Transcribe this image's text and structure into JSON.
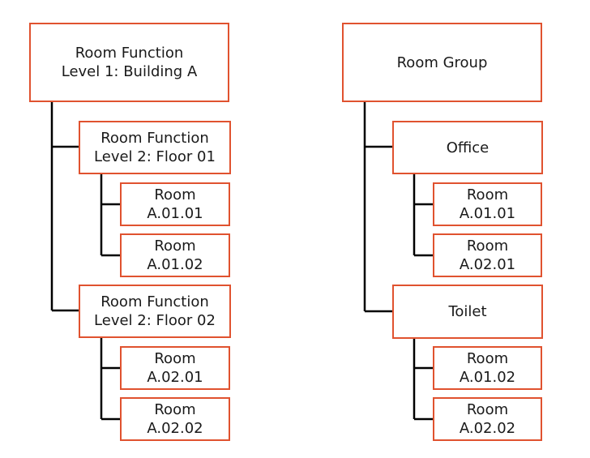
{
  "left_tree": {
    "root": {
      "line1": "Room Function",
      "line2": "Level 1: Building A"
    },
    "floors": [
      {
        "line1": "Room Function",
        "line2": "Level 2: Floor 01",
        "rooms": [
          {
            "line1": "Room",
            "line2": "A.01.01"
          },
          {
            "line1": "Room",
            "line2": "A.01.02"
          }
        ]
      },
      {
        "line1": "Room Function",
        "line2": "Level 2: Floor 02",
        "rooms": [
          {
            "line1": "Room",
            "line2": "A.02.01"
          },
          {
            "line1": "Room",
            "line2": "A.02.02"
          }
        ]
      }
    ]
  },
  "right_tree": {
    "root": {
      "label": "Room Group"
    },
    "groups": [
      {
        "label": "Office",
        "rooms": [
          {
            "line1": "Room",
            "line2": "A.01.01"
          },
          {
            "line1": "Room",
            "line2": "A.02.01"
          }
        ]
      },
      {
        "label": "Toilet",
        "rooms": [
          {
            "line1": "Room",
            "line2": "A.01.02"
          },
          {
            "line1": "Room",
            "line2": "A.02.02"
          }
        ]
      }
    ]
  },
  "colors": {
    "box_border": "#e0522f",
    "connector": "#000000",
    "text": "#1a1a1a"
  }
}
